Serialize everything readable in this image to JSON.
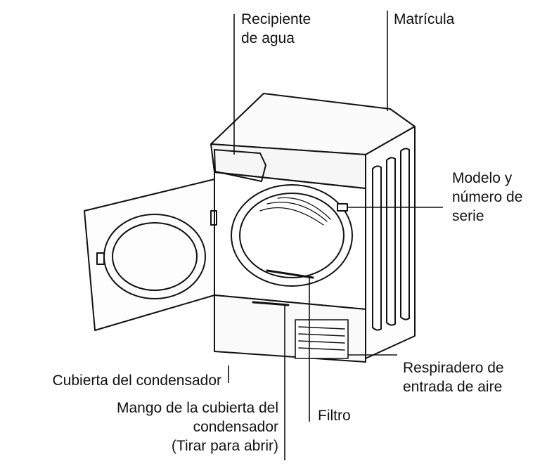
{
  "labels": {
    "recipiente": [
      "Recipiente",
      "de agua"
    ],
    "matricula": [
      "Matrícula"
    ],
    "modelo": [
      "Modelo y",
      "número de",
      "serie"
    ],
    "respiradero": [
      "Respiradero de",
      "entrada de aire"
    ],
    "cubierta": [
      "Cubierta del condensador"
    ],
    "mango": [
      "Mango de la cubierta del",
      "condensador",
      "(Tirar para abrir)"
    ],
    "filtro": [
      "Filtro"
    ]
  }
}
